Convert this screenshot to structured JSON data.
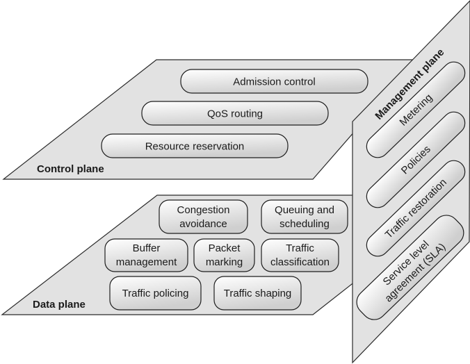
{
  "diagram": {
    "title": "QoS architecture planes",
    "planes": {
      "control": {
        "label": "Control plane",
        "functions": [
          "Admission control",
          "QoS routing",
          "Resource reservation"
        ]
      },
      "data": {
        "label": "Data plane",
        "functions": [
          {
            "lines": [
              "Congestion",
              "avoidance"
            ]
          },
          {
            "lines": [
              "Queuing and",
              "scheduling"
            ]
          },
          {
            "lines": [
              "Buffer",
              "management"
            ]
          },
          {
            "lines": [
              "Packet",
              "marking"
            ]
          },
          {
            "lines": [
              "Traffic",
              "classification"
            ]
          },
          {
            "lines": [
              "Traffic policing"
            ]
          },
          {
            "lines": [
              "Traffic shaping"
            ]
          }
        ]
      },
      "management": {
        "label": "Management plane",
        "functions": [
          {
            "lines": [
              "Metering"
            ]
          },
          {
            "lines": [
              "Policies"
            ]
          },
          {
            "lines": [
              "Traffic restoration"
            ]
          },
          {
            "lines": [
              "Service level",
              "agreement (SLA)"
            ]
          }
        ]
      }
    },
    "colors": {
      "plane_fill": "#e2e2e2",
      "outline": "#2a2a2a",
      "box_top": "#ffffff",
      "box_bottom": "#cfcfcf",
      "text": "#1a1a1a"
    }
  }
}
